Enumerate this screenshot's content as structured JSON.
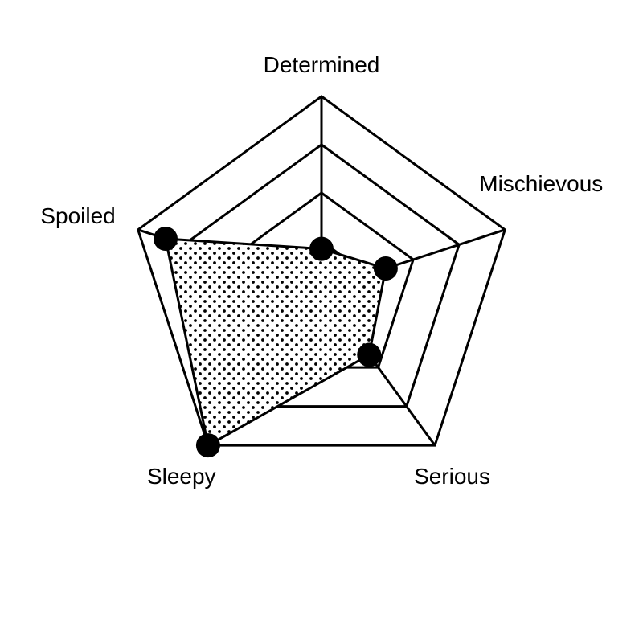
{
  "chart_data": {
    "type": "radar",
    "categories": [
      "Determined",
      "Mischievous",
      "Serious",
      "Sleepy",
      "Spoiled"
    ],
    "values": [
      0.21,
      0.35,
      0.42,
      1.0,
      0.85
    ],
    "rlim": [
      0,
      1
    ],
    "grid_levels": 4,
    "colors": {
      "line": "#000000",
      "fill_pattern": "dots",
      "background": "#ffffff"
    }
  }
}
